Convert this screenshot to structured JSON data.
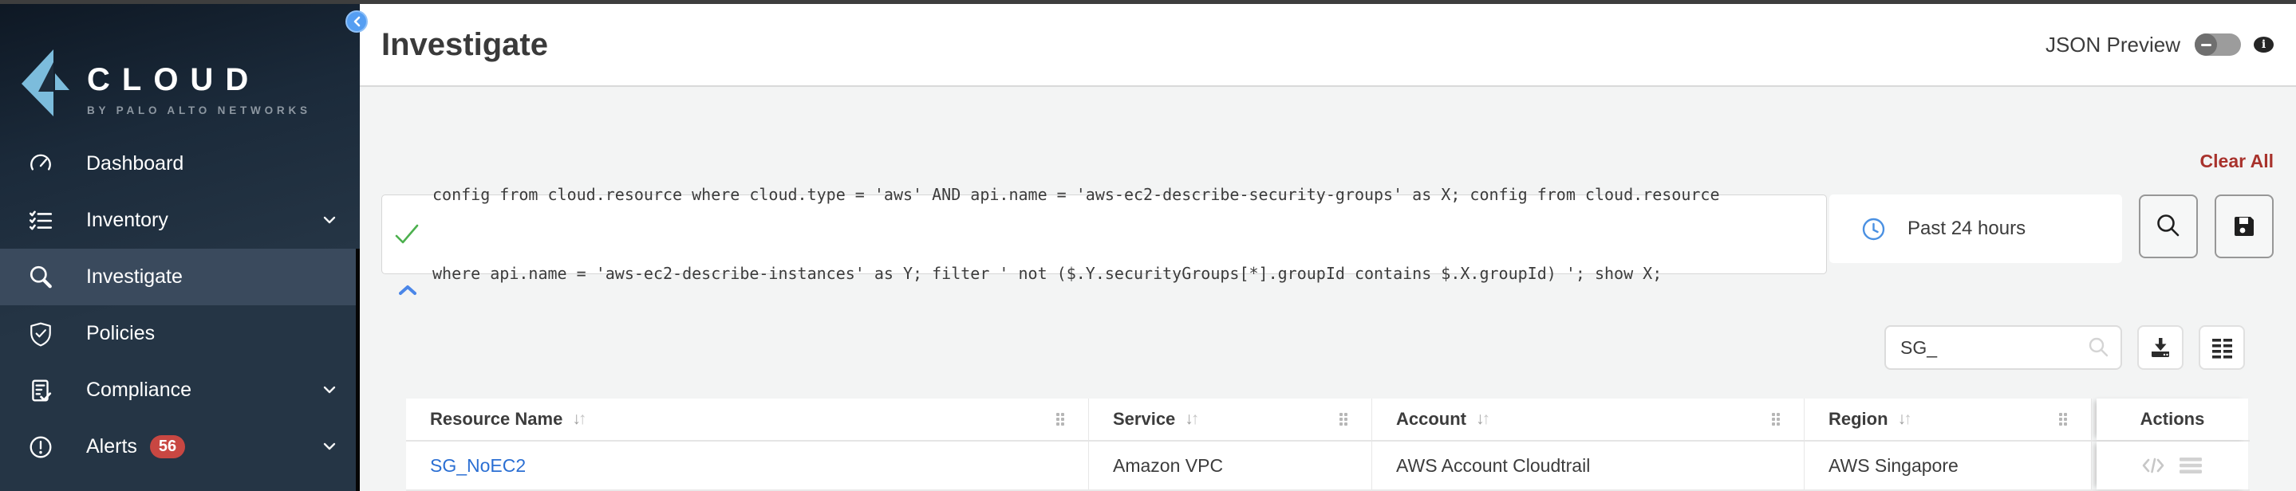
{
  "sidebar": {
    "logo_title": "CLOUD",
    "logo_subtitle": "BY PALO ALTO NETWORKS",
    "items": [
      {
        "label": "Dashboard",
        "selected": false,
        "expandable": false
      },
      {
        "label": "Inventory",
        "selected": false,
        "expandable": true
      },
      {
        "label": "Investigate",
        "selected": true,
        "expandable": false
      },
      {
        "label": "Policies",
        "selected": false,
        "expandable": false
      },
      {
        "label": "Compliance",
        "selected": false,
        "expandable": true
      },
      {
        "label": "Alerts",
        "selected": false,
        "expandable": true,
        "badge": "56"
      }
    ]
  },
  "header": {
    "title": "Investigate",
    "json_preview_label": "JSON Preview",
    "json_preview_state": "off"
  },
  "query_bar": {
    "clear_all_label": "Clear All",
    "status": "valid",
    "query_line1": "config from cloud.resource where cloud.type = 'aws' AND api.name = 'aws-ec2-describe-security-groups' as X; config from cloud.resource",
    "query_line2": "where api.name = 'aws-ec2-describe-instances' as Y; filter ' not ($.Y.securityGroups[*].groupId contains $.X.groupId) '; show X;",
    "time_range": "Past 24 hours"
  },
  "results_toolbar": {
    "search_value": "SG_"
  },
  "table": {
    "columns": [
      {
        "label": "Resource Name",
        "sortable": true
      },
      {
        "label": "Service",
        "sortable": true
      },
      {
        "label": "Account",
        "sortable": true
      },
      {
        "label": "Region",
        "sortable": true
      },
      {
        "label": "Actions",
        "sortable": false
      }
    ],
    "rows": [
      {
        "resource_name": "SG_NoEC2",
        "service": "Amazon VPC",
        "account": "AWS Account Cloudtrail",
        "region": "AWS Singapore"
      }
    ]
  },
  "colors": {
    "accent_blue": "#4a90e2",
    "link_blue": "#2b6fd3",
    "alert_badge_red": "#c84742",
    "clear_all_red": "#a8322c",
    "valid_green": "#4cb04e",
    "sidebar_navy": "#253545"
  }
}
